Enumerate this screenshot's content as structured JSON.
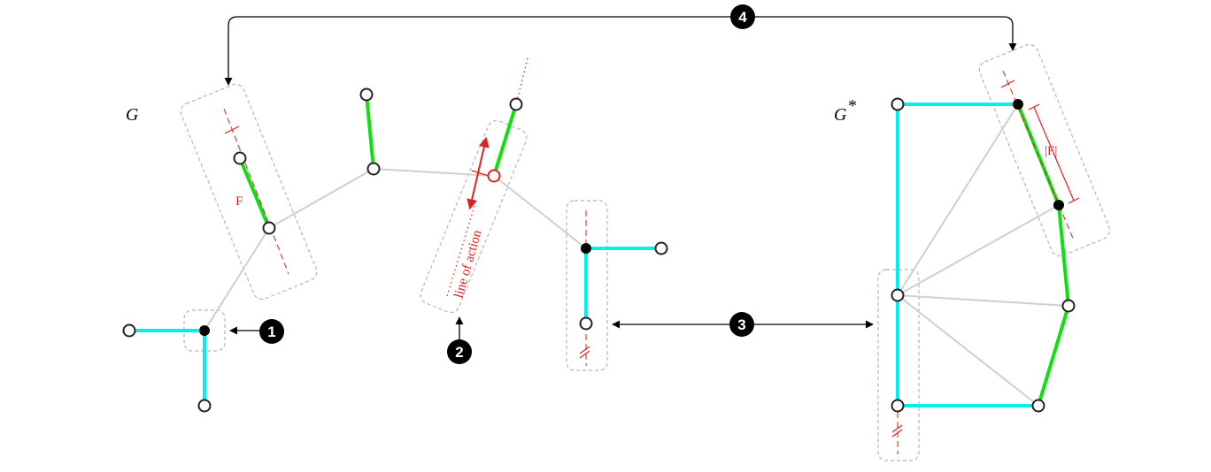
{
  "graph_left_label": "G",
  "graph_right_label": "G",
  "graph_right_superscript": "*",
  "force_label": "F",
  "force_magnitude_label": "|F|",
  "line_of_action_label": "line of action",
  "steps": [
    "1",
    "2",
    "3",
    "4"
  ],
  "colors": {
    "cyan_edge": "#00f0f0",
    "green_edge": "#10e010",
    "grey_edge": "#cfcfcf",
    "red_annotation": "#e02020",
    "badge": "#000000"
  }
}
